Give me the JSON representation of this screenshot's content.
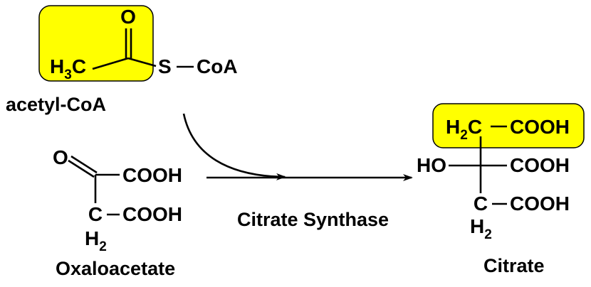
{
  "highlight_color": "#ffff00",
  "acetyl_coa": {
    "oxygen": "O",
    "h3c_main": "H",
    "h3c_sub": "3",
    "h3c_end": "C",
    "sulfur": "S",
    "coa": "CoA",
    "name": "acetyl-CoA"
  },
  "oxaloacetate": {
    "oxygen": "O",
    "cooh_top": "COOH",
    "carbon": "C",
    "cooh_bottom": "COOH",
    "h2_main": "H",
    "h2_sub": "2",
    "name": "Oxaloacetate"
  },
  "enzyme": {
    "name": "Citrate Synthase"
  },
  "citrate": {
    "h2c_main": "H",
    "h2c_sub": "2",
    "h2c_end": "C",
    "cooh_top": "COOH",
    "ho": "HO",
    "cooh_middle": "COOH",
    "carbon": "C",
    "cooh_bottom": "COOH",
    "h2_main": "H",
    "h2_sub": "2",
    "name": "Citrate"
  }
}
